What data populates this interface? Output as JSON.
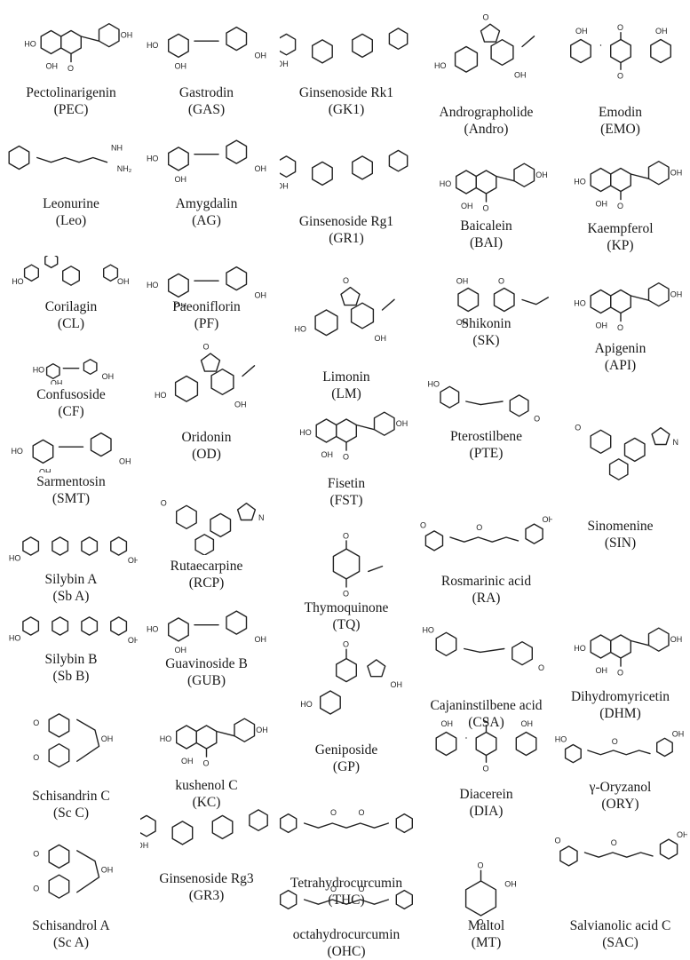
{
  "figure": {
    "compounds": [
      {
        "name": "Pectolinarigenin",
        "abbr": "(PEC)",
        "icon": "flavone-structure-icon"
      },
      {
        "name": "Gastrodin",
        "abbr": "(GAS)",
        "icon": "glycoside-structure-icon"
      },
      {
        "name": "Ginsenoside Rk1",
        "abbr": "(GK1)",
        "icon": "saponin-structure-icon"
      },
      {
        "name": "Andrographolide",
        "abbr": "(Andro)",
        "icon": "diterpene-lactone-structure-icon"
      },
      {
        "name": "Emodin",
        "abbr": "(EMO)",
        "icon": "anthraquinone-structure-icon"
      },
      {
        "name": "Leonurine",
        "abbr": "(Leo)",
        "icon": "chain-structure-icon"
      },
      {
        "name": "Amygdalin",
        "abbr": "(AG)",
        "icon": "glycoside-structure-icon"
      },
      {
        "name": "Ginsenoside Rg1",
        "abbr": "(GR1)",
        "icon": "saponin-structure-icon"
      },
      {
        "name": "Baicalein",
        "abbr": "(BAI)",
        "icon": "flavone-structure-icon"
      },
      {
        "name": "Kaempferol",
        "abbr": "(KP)",
        "icon": "flavonol-structure-icon"
      },
      {
        "name": "Corilagin",
        "abbr": "(CL)",
        "icon": "tannin-structure-icon"
      },
      {
        "name": "Paeoniflorin",
        "abbr": "(PF)",
        "icon": "glycoside-structure-icon"
      },
      {
        "name": "Limonin",
        "abbr": "(LM)",
        "icon": "limonoid-structure-icon"
      },
      {
        "name": "Shikonin",
        "abbr": "(SK)",
        "icon": "naphthoquinone-structure-icon"
      },
      {
        "name": "Apigenin",
        "abbr": "(API)",
        "icon": "flavone-structure-icon"
      },
      {
        "name": "Confusoside",
        "abbr": "(CF)",
        "icon": "glycoside-structure-icon"
      },
      {
        "name": "Oridonin",
        "abbr": "(OD)",
        "icon": "diterpene-structure-icon"
      },
      {
        "name": "Fisetin",
        "abbr": "(FST)",
        "icon": "flavonol-structure-icon"
      },
      {
        "name": "Pterostilbene",
        "abbr": "(PTE)",
        "icon": "stilbene-structure-icon"
      },
      {
        "name": "Sinomenine",
        "abbr": "(SIN)",
        "icon": "alkaloid-structure-icon"
      },
      {
        "name": "Sarmentosin",
        "abbr": "(SMT)",
        "icon": "glycoside-structure-icon"
      },
      {
        "name": "Rutaecarpine",
        "abbr": "(RCP)",
        "icon": "alkaloid-structure-icon"
      },
      {
        "name": "Thymoquinone",
        "abbr": "(TQ)",
        "icon": "quinone-structure-icon"
      },
      {
        "name": "Rosmarinic acid",
        "abbr": "(RA)",
        "icon": "ester-structure-icon"
      },
      {
        "name": "Silybin A",
        "abbr": "(Sb A)",
        "icon": "flavonolignan-structure-icon"
      },
      {
        "name": "Silybin B",
        "abbr": "(Sb B)",
        "icon": "flavonolignan-structure-icon"
      },
      {
        "name": "Guavinoside B",
        "abbr": "(GUB)",
        "icon": "glycoside-structure-icon"
      },
      {
        "name": "Geniposide",
        "abbr": "(GP)",
        "icon": "iridoid-structure-icon"
      },
      {
        "name": "Cajaninstilbene acid",
        "abbr": "(CSA)",
        "icon": "stilbene-structure-icon"
      },
      {
        "name": "Dihydromyricetin",
        "abbr": "(DHM)",
        "icon": "flavanonol-structure-icon"
      },
      {
        "name": "Schisandrin C",
        "abbr": "(Sc C)",
        "icon": "lignan-structure-icon"
      },
      {
        "name": "kushenol C",
        "abbr": "(KC)",
        "icon": "flavonol-structure-icon"
      },
      {
        "name": "Diacerein",
        "abbr": "(DIA)",
        "icon": "anthraquinone-structure-icon"
      },
      {
        "name": "γ-Oryzanol",
        "abbr": "(ORY)",
        "icon": "steryl-ester-structure-icon"
      },
      {
        "name": "Schisandrol A",
        "abbr": "(Sc A)",
        "icon": "lignan-structure-icon"
      },
      {
        "name": "Ginsenoside Rg3",
        "abbr": "(GR3)",
        "icon": "saponin-structure-icon"
      },
      {
        "name": "Tetrahydrocurcumin",
        "abbr": "(THC)",
        "icon": "diarylheptanoid-structure-icon"
      },
      {
        "name": "octahydrocurcumin",
        "abbr": "(OHC)",
        "icon": "diarylheptanoid-structure-icon"
      },
      {
        "name": "Maltol",
        "abbr": "(MT)",
        "icon": "pyranone-structure-icon"
      },
      {
        "name": "Salvianolic acid C",
        "abbr": "(SAC)",
        "icon": "benzofuran-structure-icon"
      }
    ]
  }
}
